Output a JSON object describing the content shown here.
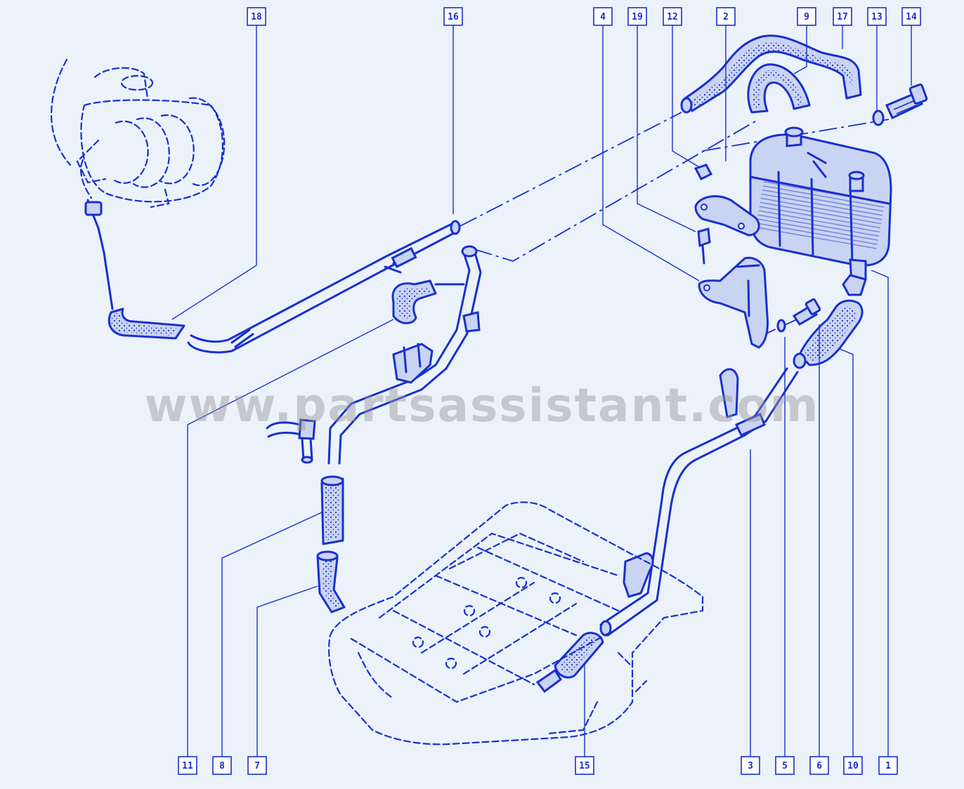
{
  "watermark": "www.partsassistant.com",
  "callouts": [
    {
      "id": "c18",
      "label": "18"
    },
    {
      "id": "c16",
      "label": "16"
    },
    {
      "id": "c4",
      "label": "4"
    },
    {
      "id": "c19",
      "label": "19"
    },
    {
      "id": "c12",
      "label": "12"
    },
    {
      "id": "c2",
      "label": "2"
    },
    {
      "id": "c9",
      "label": "9"
    },
    {
      "id": "c17",
      "label": "17"
    },
    {
      "id": "c13",
      "label": "13"
    },
    {
      "id": "c14",
      "label": "14"
    },
    {
      "id": "c11",
      "label": "11"
    },
    {
      "id": "c8",
      "label": "8"
    },
    {
      "id": "c7",
      "label": "7"
    },
    {
      "id": "c15",
      "label": "15"
    },
    {
      "id": "c3",
      "label": "3"
    },
    {
      "id": "c5",
      "label": "5"
    },
    {
      "id": "c6",
      "label": "6"
    },
    {
      "id": "c10",
      "label": "10"
    },
    {
      "id": "c1",
      "label": "1"
    }
  ],
  "colors": {
    "ink": "#1a2fcf",
    "background": "#ebf2fa",
    "watermark": "#969696"
  }
}
